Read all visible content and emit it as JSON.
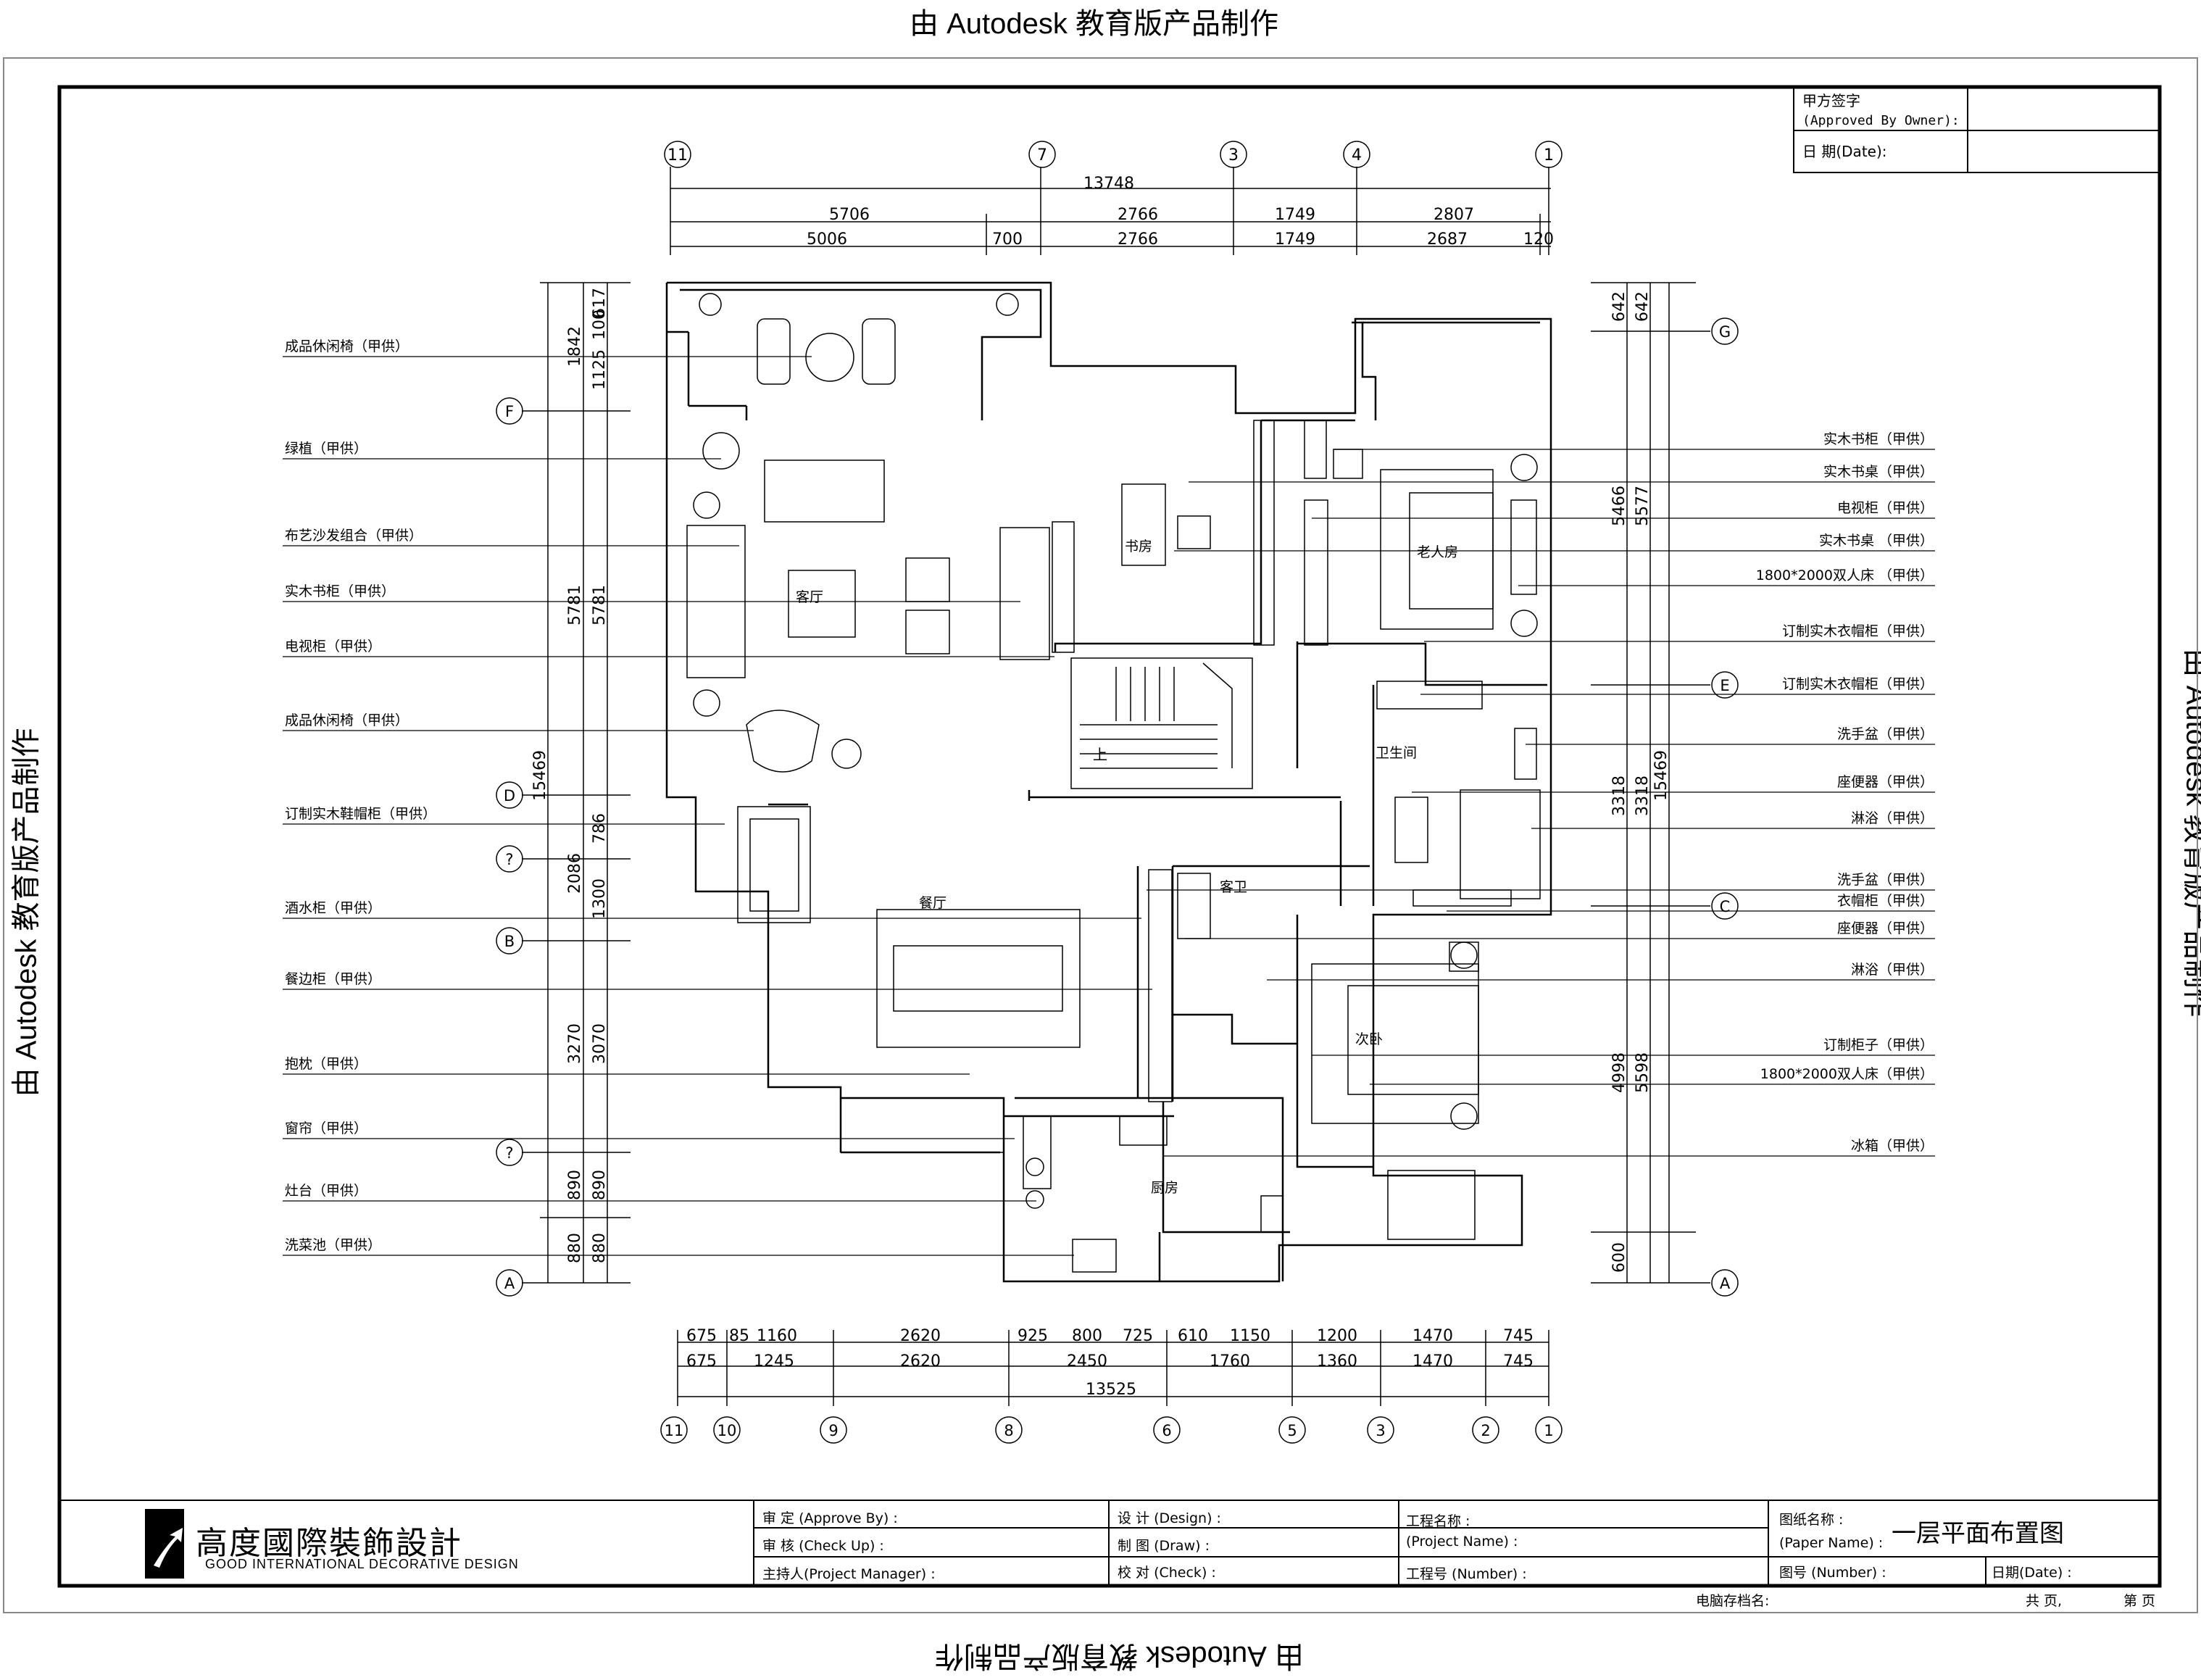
{
  "stamp_text": {
    "top": "由 Autodesk 教育版产品制作",
    "bottom": "由 Autodesk 教育版产品制作",
    "left": "由 Autodesk 教育版产品制作",
    "right": "由 Autodesk 教育版产品制作"
  },
  "approval": {
    "owner_sign": "甲方签字",
    "owner_sign_en": "(Approved By Owner):",
    "date": "日 期(Date):"
  },
  "axes": {
    "top": [
      "11",
      "7",
      "3",
      "4",
      "1"
    ],
    "bottom": [
      "11",
      "10",
      "9",
      "8",
      "6",
      "5",
      "3",
      "2",
      "1"
    ],
    "left": [
      "F",
      "D",
      "?",
      "B",
      "?",
      "A"
    ],
    "right": [
      "G",
      "E",
      "C",
      "A"
    ]
  },
  "dims": {
    "top_total": "13748",
    "top_row1": [
      "5706",
      "2766",
      "1749",
      "2807"
    ],
    "top_row2": [
      "5006",
      "700",
      "2766",
      "1749",
      "2687",
      "120"
    ],
    "bottom_row1": [
      "675",
      "85",
      "1160",
      "2620",
      "925",
      "800",
      "725",
      "610",
      "1150",
      "1200",
      "1470",
      "745"
    ],
    "bottom_row2": [
      "675",
      "1245",
      "2620",
      "2450",
      "1760",
      "1360",
      "1470",
      "745"
    ],
    "bottom_total": "13525",
    "left_outer": [
      "1842",
      "5781",
      "15469",
      "2086",
      "3270",
      "890",
      "880"
    ],
    "left_inner": [
      "617",
      "100",
      "1125",
      "5781",
      "786",
      "1300",
      "3070",
      "890",
      "880"
    ],
    "right_inner": [
      "642",
      "5466",
      "3318",
      "4998",
      "600"
    ],
    "right_outer": [
      "642",
      "5577",
      "3318",
      "15469",
      "5598"
    ]
  },
  "rooms": {
    "living": "客厅",
    "study": "书房",
    "elder": "老人房",
    "bath": "卫生间",
    "guest_bath": "客卫",
    "dining": "餐厅",
    "second": "次卧",
    "kitchen": "厨房",
    "stairs_up": "上"
  },
  "left_labels": [
    "成品休闲椅（甲供）",
    "绿植（甲供）",
    "布艺沙发组合（甲供）",
    "实木书柜（甲供）",
    "电视柜（甲供）",
    "成品休闲椅（甲供）",
    "订制实木鞋帽柜（甲供）",
    "酒水柜（甲供）",
    "餐边柜（甲供）",
    "抱枕（甲供）",
    "窗帘（甲供）",
    "灶台（甲供）",
    "洗菜池（甲供）"
  ],
  "right_labels": [
    "实木书柜（甲供）",
    "实木书桌（甲供）",
    "电视柜（甲供）",
    "实木书桌 （甲供）",
    "1800*2000双人床 （甲供）",
    "订制实木衣帽柜（甲供）",
    "订制实木衣帽柜（甲供）",
    "洗手盆（甲供）",
    "座便器（甲供）",
    "淋浴（甲供）",
    "洗手盆（甲供）",
    "衣帽柜（甲供）",
    "座便器（甲供）",
    "淋浴（甲供）",
    "订制柜子（甲供）",
    "1800*2000双人床（甲供）",
    "冰箱（甲供）"
  ],
  "title_block": {
    "company": "高度國際裝飾設計",
    "company_en": "GOOD INTERNATIONAL DECORATIVE DESIGN",
    "approve": "审  定  (Approve By) :",
    "check": "审  核  (Check Up) :",
    "manager": "主持人(Project Manager) :",
    "design": "设 计 (Design) :",
    "draw": "制 图 (Draw) :",
    "check2": "校 对 (Check) :",
    "project_name": "工程名称 :",
    "project_name_en": "(Project Name) :",
    "project_no": "工程号  (Number) :",
    "paper_name": "图纸名称 :",
    "paper_name_en": "(Paper Name) :",
    "paper_title": "一层平面布置图",
    "paper_no": "图号 (Number) :",
    "paper_date": "日期(Date) :",
    "file_name": "电脑存档名:",
    "pages": "共 页,",
    "page": "第 页"
  }
}
